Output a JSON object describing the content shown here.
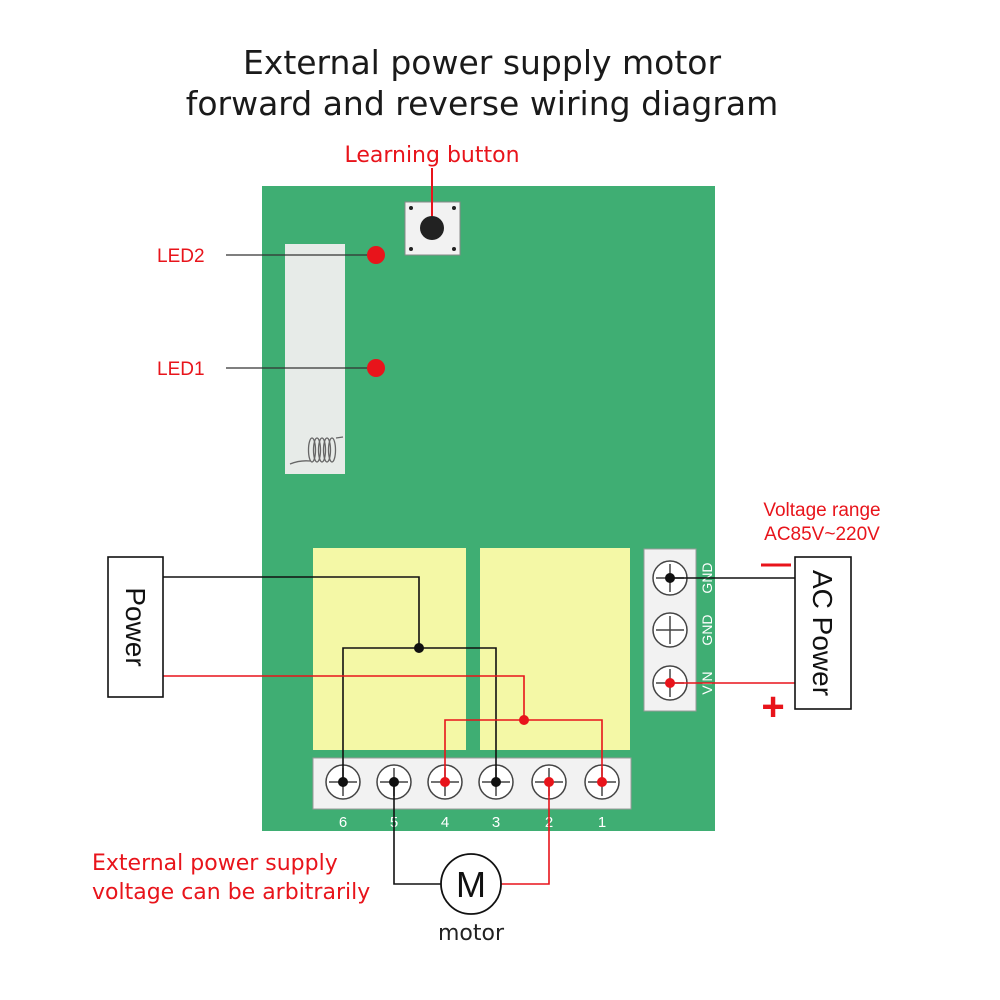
{
  "title": {
    "line1": "External power supply motor",
    "line2": "forward and reverse wiring diagram"
  },
  "labels": {
    "learning_button": "Learning button",
    "led2": "LED2",
    "led1": "LED1",
    "voltage_range_line1": "Voltage range",
    "voltage_range_line2": "AC85V~220V",
    "external_note_line1": "External power supply",
    "external_note_line2": "voltage can be arbitrarily",
    "motor": "motor",
    "motor_symbol": "M",
    "power_box": "Power",
    "ac_power_box": "AC Power",
    "minus_sign": "—",
    "plus_sign": "+"
  },
  "bottom_terminals": [
    "6",
    "5",
    "4",
    "3",
    "2",
    "1"
  ],
  "side_terminals": [
    "GND",
    "GND",
    "VIN"
  ],
  "colors": {
    "board": "#3fae73",
    "relay": "#f4f8a6",
    "wire_black": "#111111",
    "wire_red": "#e8141b",
    "terminal_block": "#f2f2f2"
  }
}
